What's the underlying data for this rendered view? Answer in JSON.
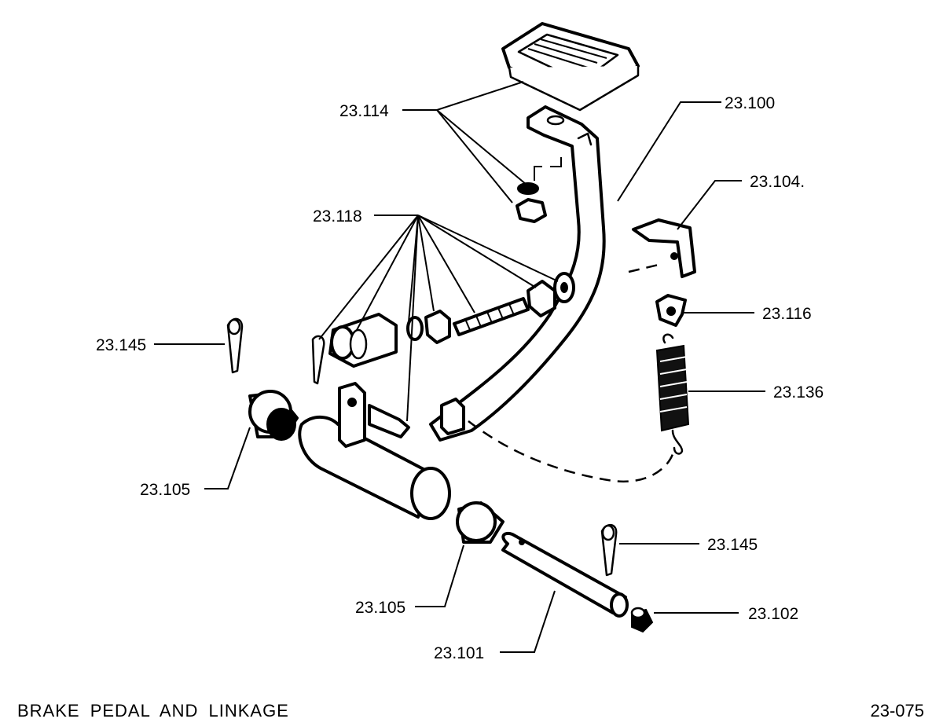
{
  "callouts": {
    "c_23_114": "23.114",
    "c_23_100": "23.100",
    "c_23_104": "23.104.",
    "c_23_118": "23.118",
    "c_23_116": "23.116",
    "c_23_145_a": "23.145",
    "c_23_136": "23.136",
    "c_23_105_a": "23.105",
    "c_23_145_b": "23.145",
    "c_23_102": "23.102",
    "c_23_105_b": "23.105",
    "c_23_101": "23.101"
  },
  "footer": {
    "title": "BRAKE PEDAL AND LINKAGE",
    "page_code": "23-075"
  }
}
